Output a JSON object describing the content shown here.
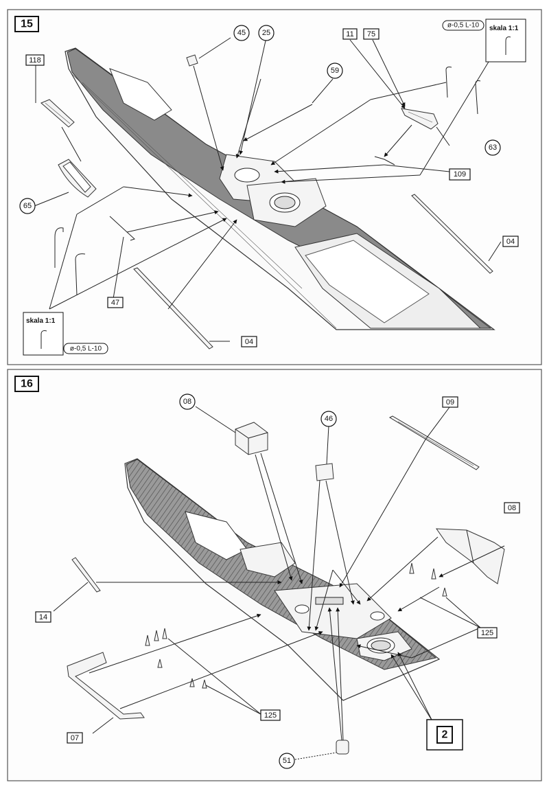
{
  "steps": [
    {
      "number": "15",
      "labels": {
        "l45": "45",
        "l25": "25",
        "l11": "11",
        "l75": "75",
        "l59": "59",
        "l118": "118",
        "l63": "63",
        "l109": "109",
        "l65": "65",
        "l04a": "04",
        "l47": "47",
        "l04b": "04"
      },
      "scale_top": {
        "title": "skala 1:1",
        "spec": "ø-0,5 L-10"
      },
      "scale_bottom": {
        "title": "skala 1:1",
        "spec": "ø-0,5 L-10"
      }
    },
    {
      "number": "16",
      "labels": {
        "l08a": "08",
        "l46": "46",
        "l09": "09",
        "l08b": "08",
        "l14": "14",
        "l125a": "125",
        "l07": "07",
        "l125b": "125",
        "l51": "51"
      },
      "ref_box": "2"
    }
  ]
}
